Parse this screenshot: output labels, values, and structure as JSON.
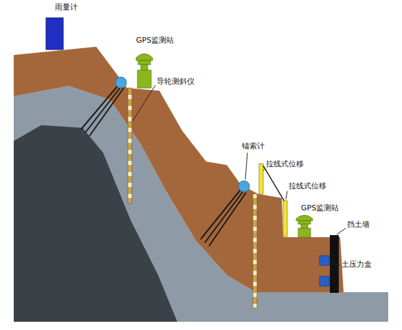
{
  "diagram": {
    "labels": [
      "雨量计",
      "GPS监测站",
      "导轮测斜仪",
      "锚索计",
      "拉线式位移",
      "拉线式位移",
      "GPS监测站",
      "挡土墙",
      "土压力盒"
    ]
  }
}
